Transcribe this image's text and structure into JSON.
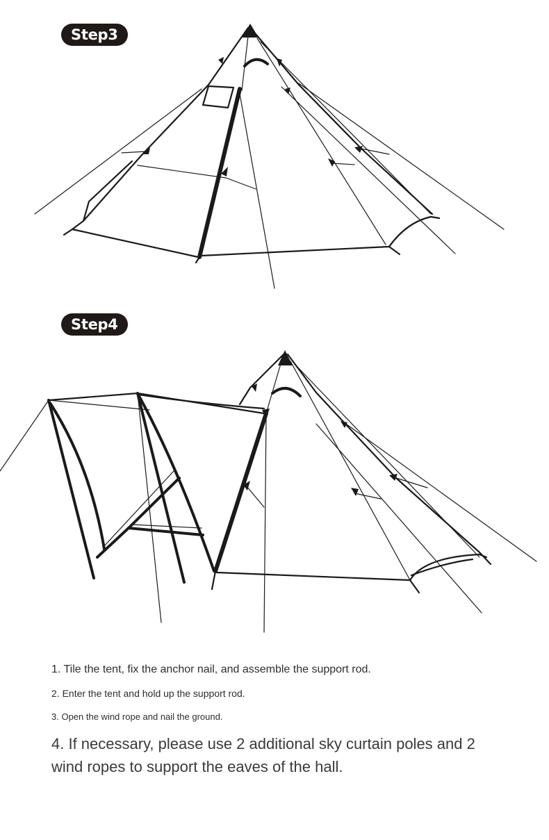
{
  "steps": [
    {
      "badge": "Step3",
      "illustration_icon": "tepee-tent-pitched-icon"
    },
    {
      "badge": "Step4",
      "illustration_icon": "tepee-tent-with-canopy-icon"
    }
  ],
  "instructions": [
    "1. Tile the tent, fix the anchor nail, and assemble the support rod.",
    "2. Enter the tent and hold up the support rod.",
    "3. Open the wind rope and nail the ground.",
    "4. If necessary, please use 2 additional sky curtain poles and 2 wind ropes to support the eaves of the hall."
  ],
  "colors": {
    "badge_background": "#1f1a17",
    "badge_text": "#ffffff",
    "line_art": "#1a1a1a",
    "body_text": "#2e2e2e"
  }
}
